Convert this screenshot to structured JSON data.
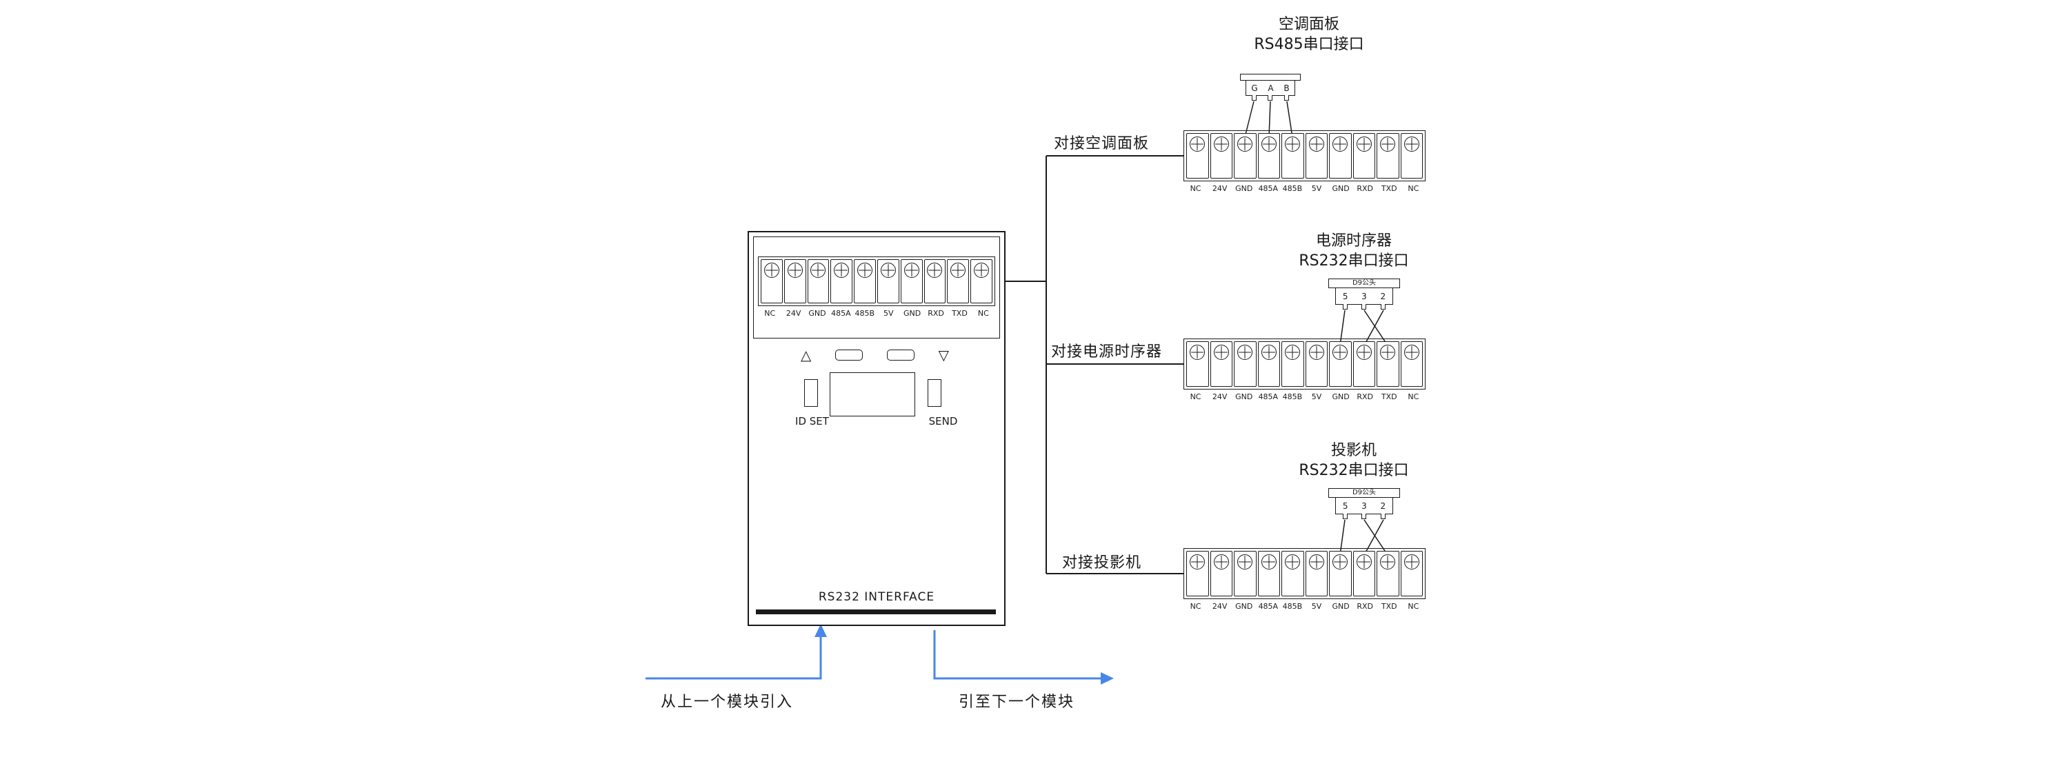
{
  "colors": {
    "line": "#1a1a1a",
    "arrow_blue": "#4a86e8"
  },
  "icons": {
    "up_triangle": "△",
    "down_triangle": "▽"
  },
  "module": {
    "terminal_labels": [
      "NC",
      "24V",
      "GND",
      "485A",
      "485B",
      "5V",
      "GND",
      "RXD",
      "TXD",
      "NC"
    ],
    "id_set_label": "ID SET",
    "send_label": "SEND",
    "interface_label": "RS232 INTERFACE"
  },
  "devices": [
    {
      "title_line1": "空调面板",
      "title_line2": "RS485串口接口",
      "branch_label": "对接空调面板",
      "connector_pins": [
        "G",
        "A",
        "B"
      ],
      "terminal_labels": [
        "NC",
        "24V",
        "GND",
        "485A",
        "485B",
        "5V",
        "GND",
        "RXD",
        "TXD",
        "NC"
      ]
    },
    {
      "title_line1": "电源时序器",
      "title_line2": "RS232串口接口",
      "branch_label": "对接电源时序器",
      "connector_title": "D9公头",
      "connector_pins": [
        "5",
        "3",
        "2"
      ],
      "terminal_labels": [
        "NC",
        "24V",
        "GND",
        "485A",
        "485B",
        "5V",
        "GND",
        "RXD",
        "TXD",
        "NC"
      ]
    },
    {
      "title_line1": "投影机",
      "title_line2": "RS232串口接口",
      "branch_label": "对接投影机",
      "connector_title": "D9公头",
      "connector_pins": [
        "5",
        "3",
        "2"
      ],
      "terminal_labels": [
        "NC",
        "24V",
        "GND",
        "485A",
        "485B",
        "5V",
        "GND",
        "RXD",
        "TXD",
        "NC"
      ]
    }
  ],
  "flow": {
    "incoming_label": "从上一个模块引入",
    "outgoing_label": "引至下一个模块"
  }
}
